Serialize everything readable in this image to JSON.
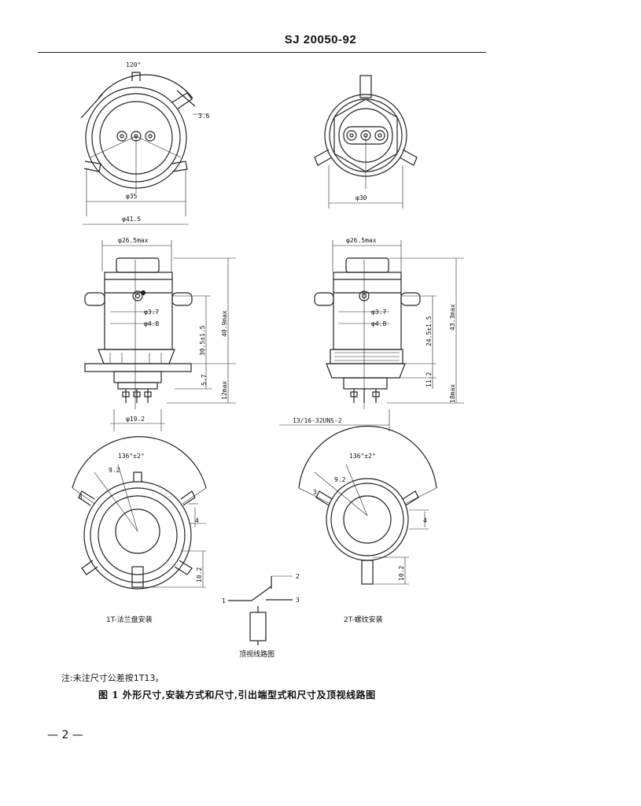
{
  "header": {
    "doc_number": "SJ 20050-92"
  },
  "views": {
    "top_flange": {
      "angle": "120°",
      "dim_slot": "3.6",
      "dim_inner": "φ35",
      "dim_outer": "φ41.5"
    },
    "top_thread": {
      "dim_diameter": "φ30"
    },
    "side_flange": {
      "dim_width": "φ26.5max",
      "dim_hole_small": "φ3.7",
      "dim_hole_large": "φ4.8",
      "dim_height_body": "30.5±1.5",
      "dim_height_total": "40.9max",
      "dim_flange": "5.7",
      "dim_terminal": "12max",
      "dim_base": "φ19.2"
    },
    "side_thread": {
      "dim_width": "φ26.5max",
      "dim_hole_small": "φ3.7",
      "dim_hole_large": "φ4.8",
      "dim_height_body": "24.5±1.5",
      "dim_height_total": "43.3max",
      "dim_thread_len": "11.2",
      "dim_terminal": "18max",
      "dim_thread": "13/16-32UNS-2"
    },
    "bottom_flange": {
      "angle": "136°±2°",
      "dim_a": "9.2",
      "dim_b": "3",
      "dim_c": "4",
      "dim_d": "10.2",
      "caption": "1T-法兰盘安装"
    },
    "bottom_thread": {
      "angle": "136°±2°",
      "dim_a": "9.2",
      "dim_b": "3",
      "dim_c": "4",
      "dim_d": "10.2",
      "caption": "2T-螺纹安装"
    },
    "circuit": {
      "pin1": "1",
      "pin2": "2",
      "pin3": "3",
      "caption": "顶视线路图"
    }
  },
  "note": "注:未注尺寸公差按1T13。",
  "caption": "图 1   外形尺寸,安装方式和尺寸,引出端型式和尺寸及顶视线路图",
  "page_number": "— 2 —"
}
